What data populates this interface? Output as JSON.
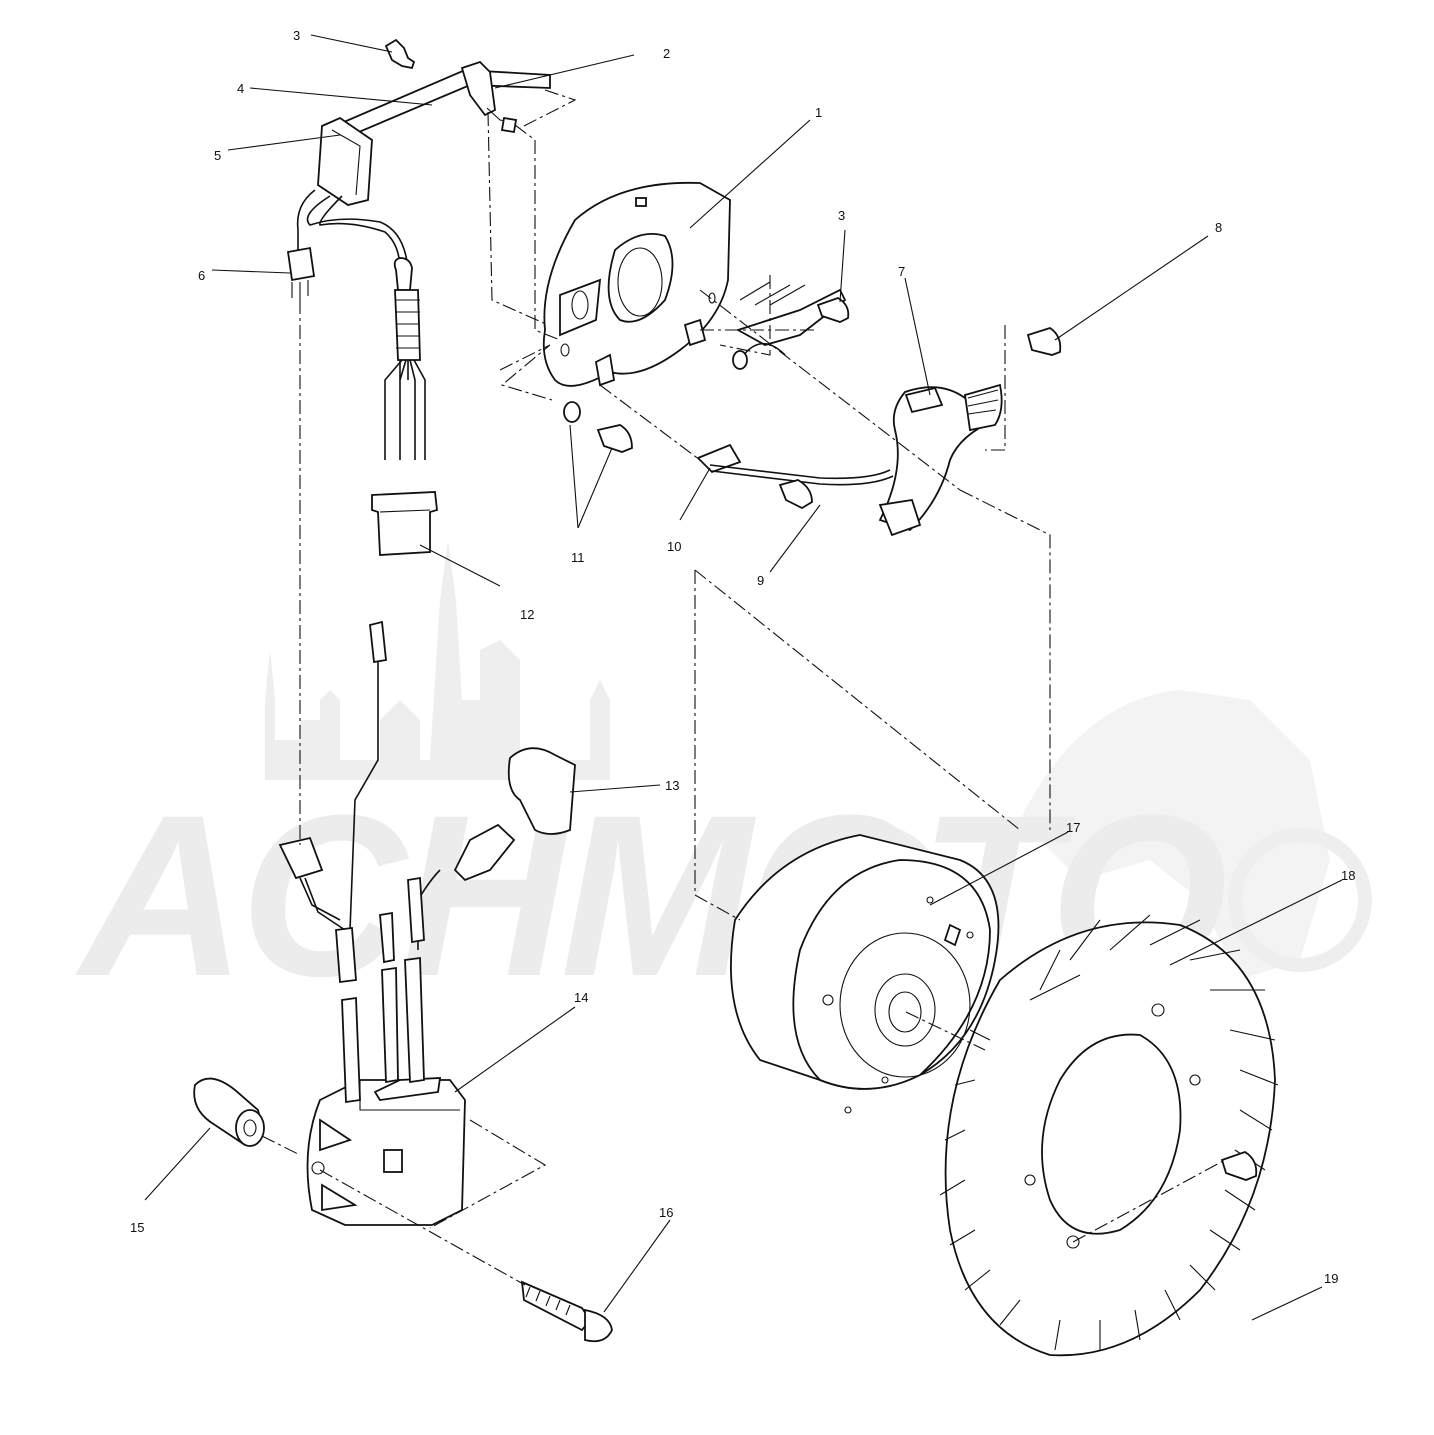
{
  "watermark": {
    "text": "ACHMOTO",
    "color": "#ececec"
  },
  "callouts": [
    {
      "id": "1",
      "label": "1"
    },
    {
      "id": "2",
      "label": "2"
    },
    {
      "id": "3a",
      "label": "3"
    },
    {
      "id": "3b",
      "label": "3"
    },
    {
      "id": "4",
      "label": "4"
    },
    {
      "id": "5",
      "label": "5"
    },
    {
      "id": "6",
      "label": "6"
    },
    {
      "id": "7",
      "label": "7"
    },
    {
      "id": "8",
      "label": "8"
    },
    {
      "id": "9",
      "label": "9"
    },
    {
      "id": "10",
      "label": "10"
    },
    {
      "id": "11",
      "label": "11"
    },
    {
      "id": "12",
      "label": "12"
    },
    {
      "id": "13",
      "label": "13"
    },
    {
      "id": "14",
      "label": "14"
    },
    {
      "id": "15",
      "label": "15"
    },
    {
      "id": "16",
      "label": "16"
    },
    {
      "id": "17",
      "label": "17"
    },
    {
      "id": "18",
      "label": "18"
    },
    {
      "id": "19",
      "label": "19"
    }
  ]
}
